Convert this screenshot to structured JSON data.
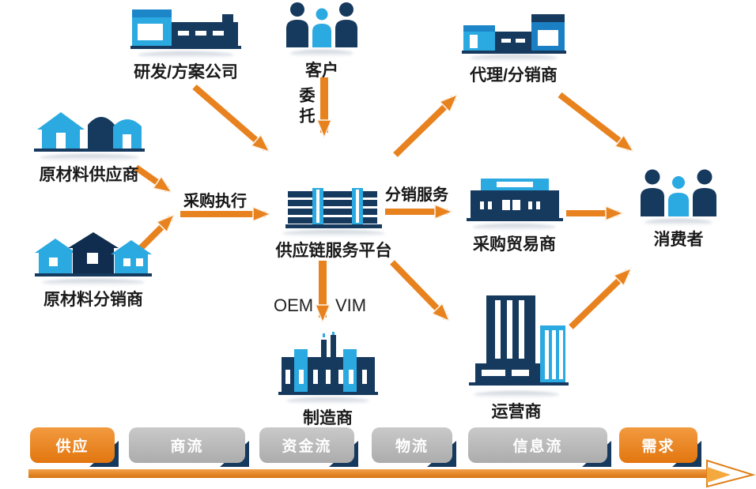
{
  "colors": {
    "orange": "#E8821F",
    "navy": "#16395E",
    "light_blue": "#2BA9E1",
    "chip_gray": "#BDBDBD"
  },
  "nodes": {
    "rd_company": {
      "label": "研发/方案公司"
    },
    "customer": {
      "label": "客户"
    },
    "agent": {
      "label": "代理/分销商"
    },
    "raw_supplier": {
      "label": "原材料供应商"
    },
    "raw_distributor": {
      "label": "原材料分销商"
    },
    "platform": {
      "label": "供应链服务平台"
    },
    "trader": {
      "label": "采购贸易商"
    },
    "consumer": {
      "label": "消费者"
    },
    "manufacturer": {
      "label": "制造商"
    },
    "operator": {
      "label": "运营商"
    }
  },
  "edge_labels": {
    "procurement_execution": "采购执行",
    "entrust": "委托",
    "distribution_service": "分销服务",
    "oem": "OEM",
    "vim": "VIM"
  },
  "banner": {
    "items": [
      {
        "label": "供应",
        "type": "orange"
      },
      {
        "label": "商流",
        "type": "gray"
      },
      {
        "label": "资金流",
        "type": "gray"
      },
      {
        "label": "物流",
        "type": "gray"
      },
      {
        "label": "信息流",
        "type": "gray"
      },
      {
        "label": "需求",
        "type": "orange"
      }
    ]
  }
}
